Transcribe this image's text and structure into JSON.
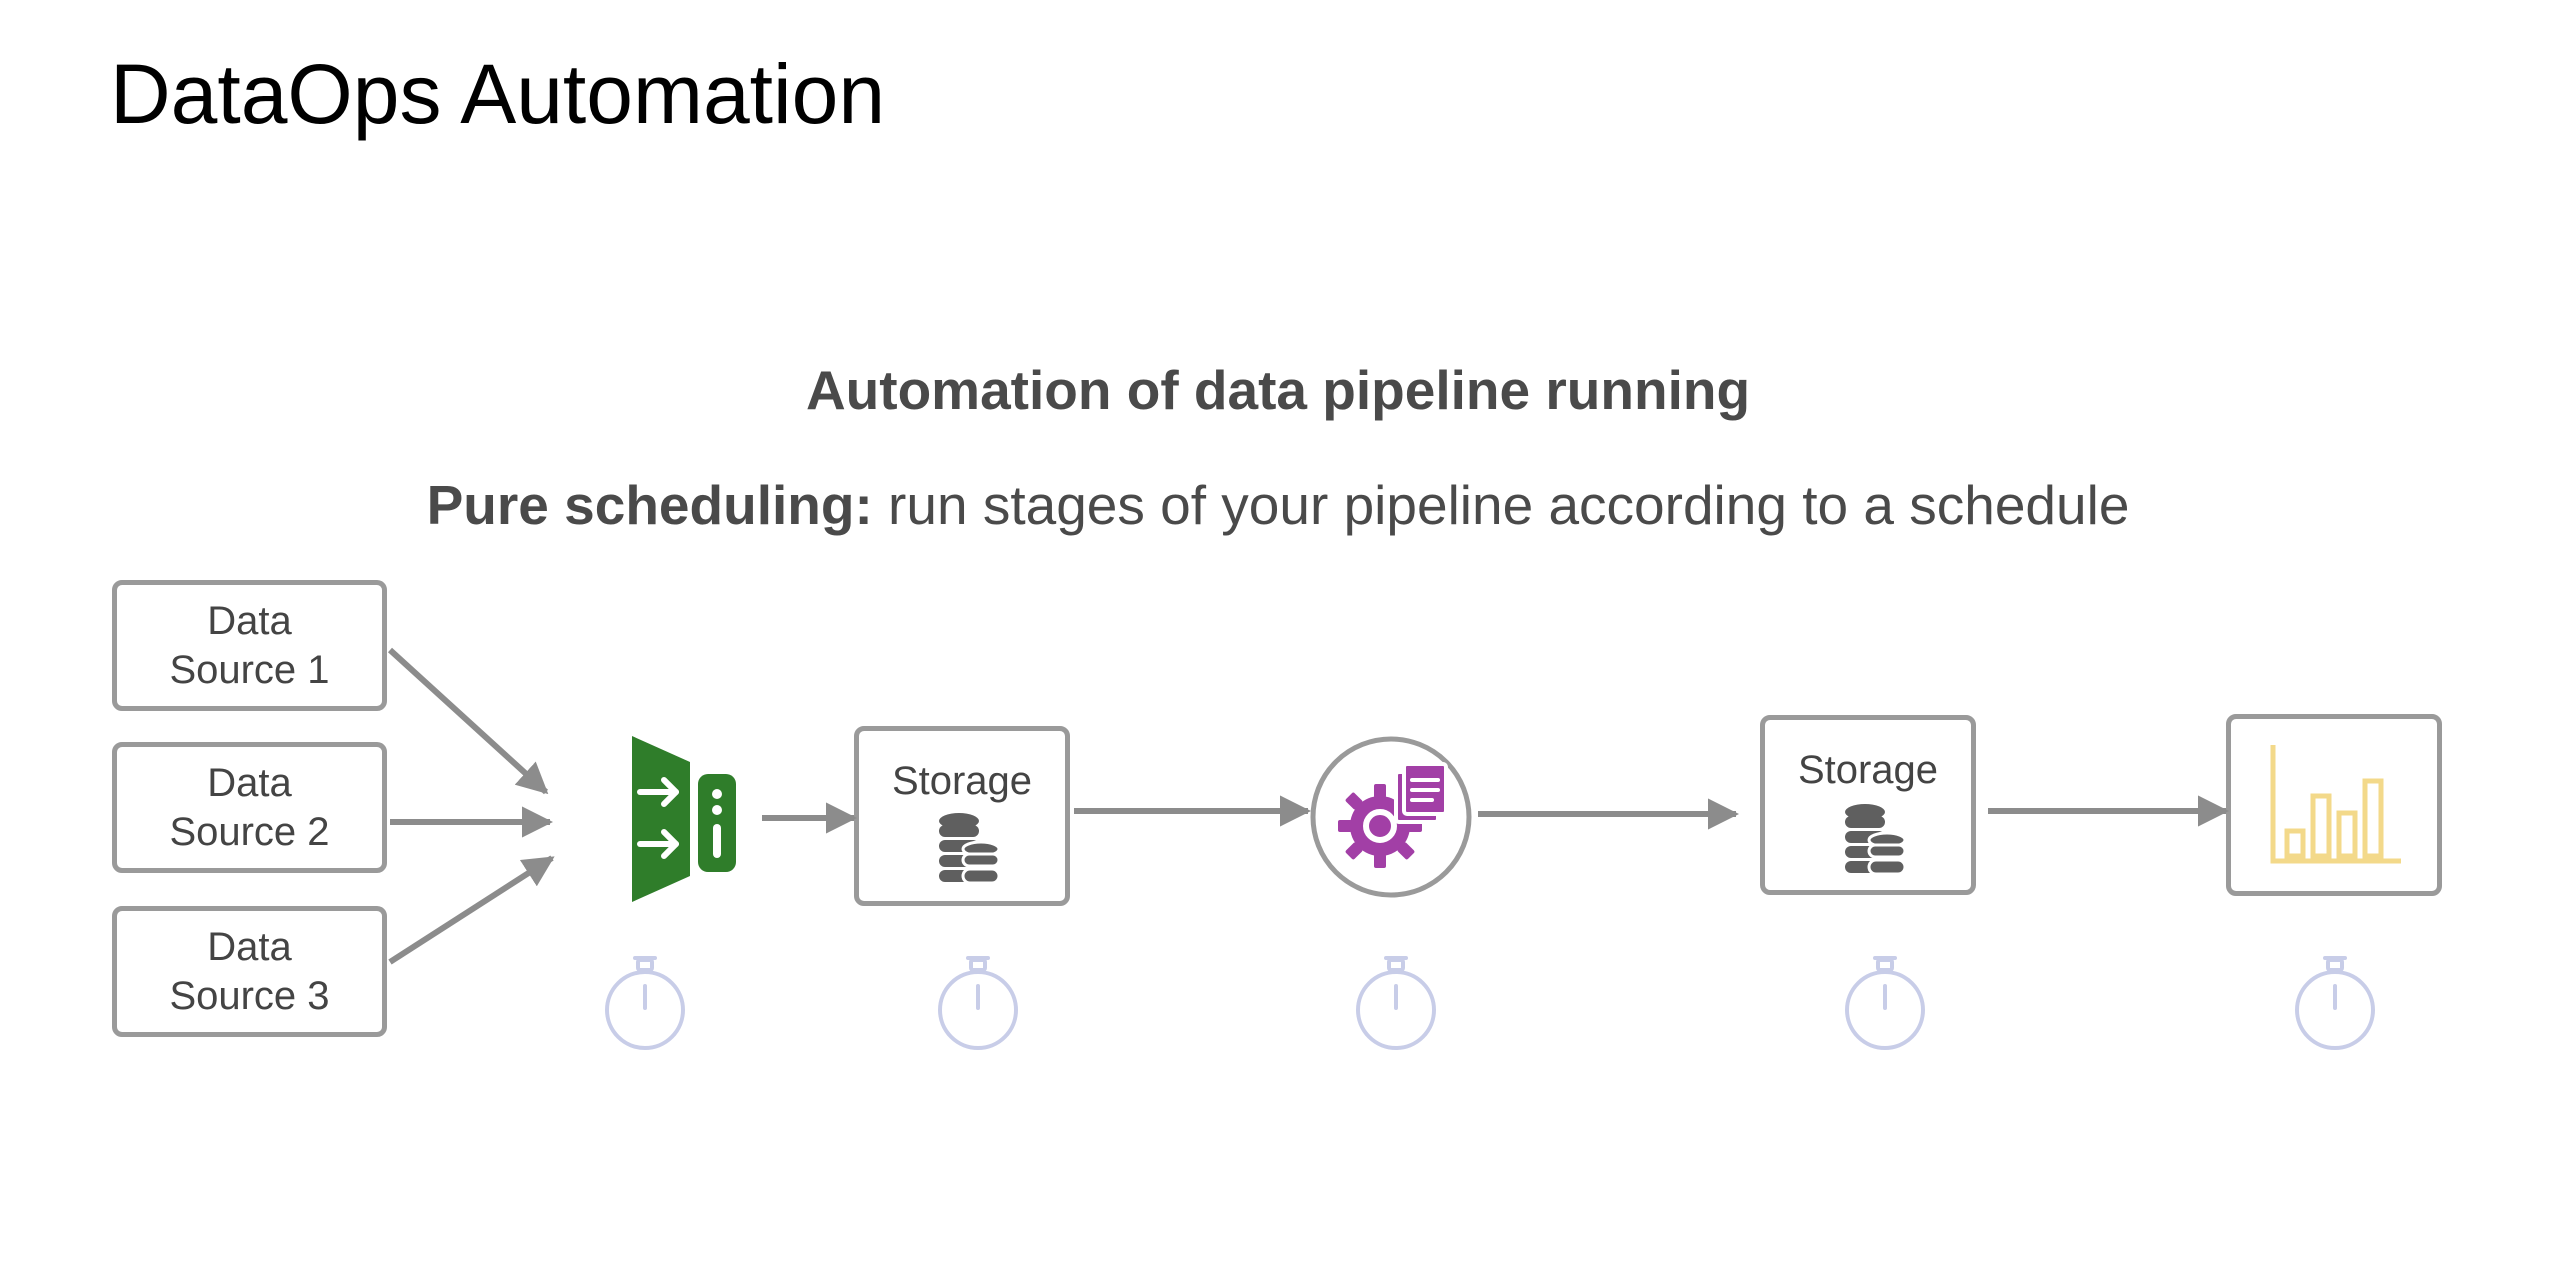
{
  "page": {
    "title": "DataOps Automation",
    "subtitle": "Automation of data pipeline running",
    "scheduling_bold": "Pure scheduling:",
    "scheduling_rest": " run stages of your pipeline according to a schedule"
  },
  "sources": [
    {
      "line1": "Data",
      "line2": "Source 1"
    },
    {
      "line1": "Data",
      "line2": "Source 2"
    },
    {
      "line1": "Data",
      "line2": "Source 3"
    }
  ],
  "storage": [
    {
      "label": "Storage"
    },
    {
      "label": "Storage"
    }
  ],
  "icons": {
    "ingest": "data-ingest-icon",
    "storage": "database-stack-icon",
    "process": "gear-document-icon",
    "report": "bar-chart-icon",
    "schedule": "stopwatch-icon",
    "arrow": "arrow-right-icon"
  },
  "colors": {
    "ingest_green": "#2f7d2a",
    "process_purple": "#a23fa6",
    "chart_yellow": "#f3d98a",
    "stopwatch": "#c8cde8",
    "arrow_gray": "#8c8c8c",
    "box_border": "#9a9a9a",
    "text_gray": "#4a4a4a"
  }
}
